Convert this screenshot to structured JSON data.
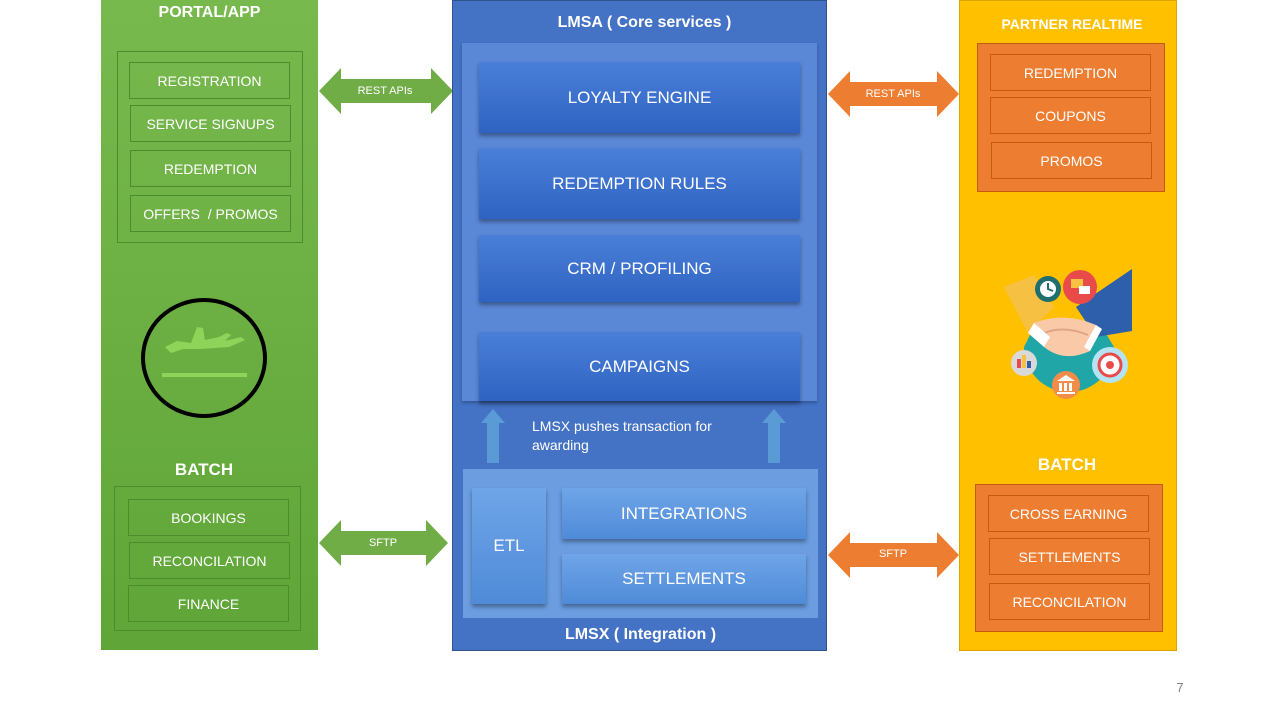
{
  "portal": {
    "title": "PORTAL/APP",
    "items": [
      "REGISTRATION",
      "SERVICE SIGNUPS",
      "REDEMPTION",
      "OFFERS  / PROMOS"
    ],
    "batch_title": "BATCH",
    "batch_items": [
      "BOOKINGS",
      "RECONCILATION",
      "FINANCE"
    ]
  },
  "lmsa": {
    "title": "LMSA ( Core services )",
    "items": [
      "LOYALTY ENGINE",
      "REDEMPTION RULES",
      "CRM / PROFILING",
      "CAMPAIGNS"
    ],
    "push_note": "LMSX pushes transaction for awarding"
  },
  "lmsx": {
    "etl": "ETL",
    "items": [
      "INTEGRATIONS",
      "SETTLEMENTS"
    ],
    "title": "LMSX ( Integration )"
  },
  "partner": {
    "title": "PARTNER REALTIME",
    "items": [
      "REDEMPTION",
      "COUPONS",
      "PROMOS"
    ],
    "batch_title": "BATCH",
    "batch_items": [
      "CROSS EARNING",
      "SETTLEMENTS",
      "RECONCILATION"
    ]
  },
  "arrows": {
    "left_top": "REST APIs",
    "left_bottom": "SFTP",
    "right_top": "REST APIs",
    "right_bottom": "SFTP"
  },
  "page_number": "7",
  "colors": {
    "green": "#70ad47",
    "blue": "#4472c4",
    "orange": "#ed7d31",
    "yellow": "#ffc000"
  },
  "icons": {
    "airplane": "airplane-icon",
    "handshake": "handshake-icon"
  }
}
